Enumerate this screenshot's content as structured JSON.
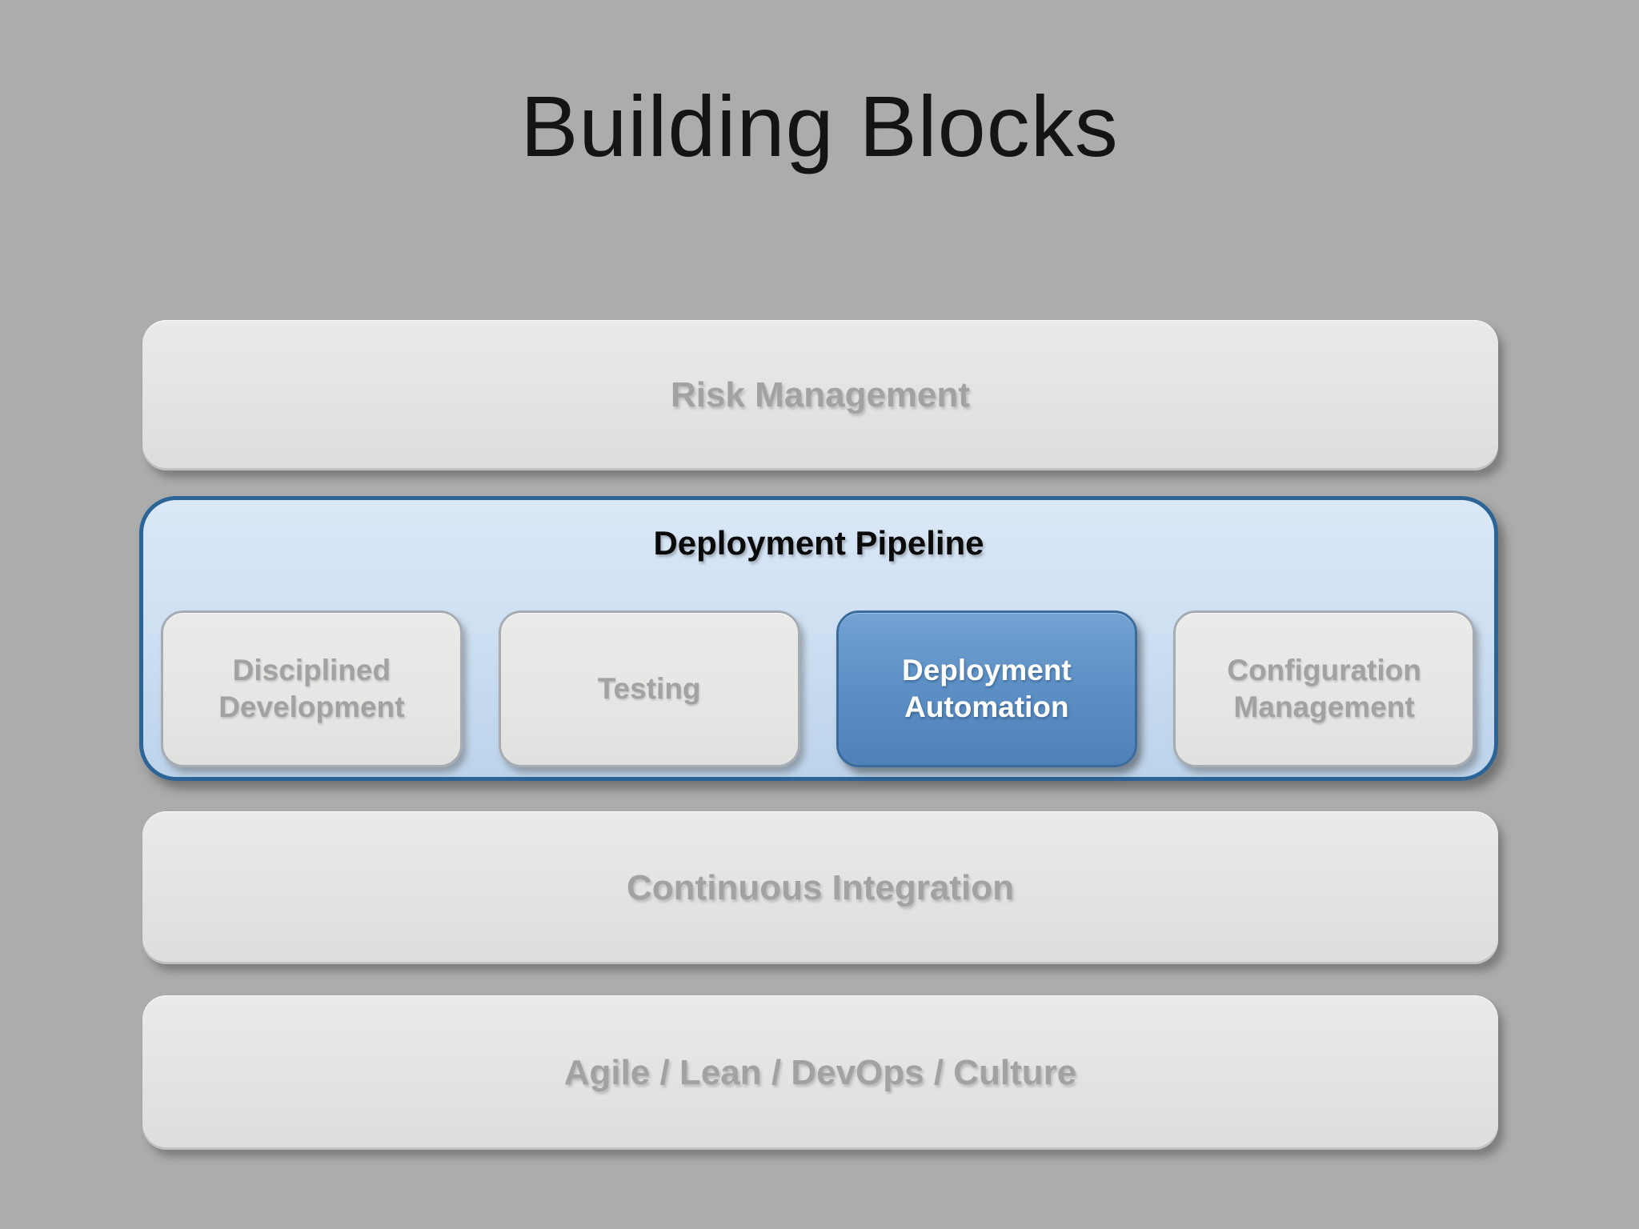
{
  "colors": {
    "background": "#acacac",
    "gray_block_fill": "#e4e4e4",
    "gray_label": "#a2a2a2",
    "pipeline_fill": "#cddff2",
    "pipeline_border": "#2c6496",
    "accent_fill": "#5e91c6",
    "accent_border": "#3a6b9c",
    "accent_text": "#ffffff",
    "title_text": "#141414"
  },
  "slide": {
    "title": "Building Blocks",
    "blocks": {
      "risk": {
        "label": "Risk Management"
      },
      "pipeline": {
        "title": "Deployment Pipeline",
        "children": [
          {
            "label": "Disciplined Development",
            "highlighted": false
          },
          {
            "label": "Testing",
            "highlighted": false
          },
          {
            "label": "Deployment Automation",
            "highlighted": true
          },
          {
            "label": "Configuration Management",
            "highlighted": false
          }
        ]
      },
      "ci": {
        "label": "Continuous Integration"
      },
      "agile": {
        "label": "Agile / Lean / DevOps / Culture"
      }
    }
  }
}
